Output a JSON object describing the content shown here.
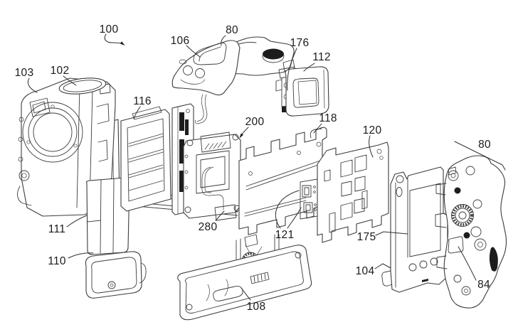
{
  "figure": {
    "type": "exploded-view-line-drawing",
    "background_color": "#ffffff",
    "line_color": "#3c3c3c",
    "label_color": "#1a1a1a"
  },
  "labels": {
    "l100": "100",
    "l80_top": "80",
    "l106": "106",
    "l176": "176",
    "l112": "112",
    "l103": "103",
    "l102": "102",
    "l116": "116",
    "l200": "200",
    "l118": "118",
    "l120": "120",
    "l80_right": "80",
    "l111": "111",
    "l110": "110",
    "l280": "280",
    "l121": "121",
    "l108": "108",
    "l175": "175",
    "l104": "104",
    "l84": "84"
  }
}
